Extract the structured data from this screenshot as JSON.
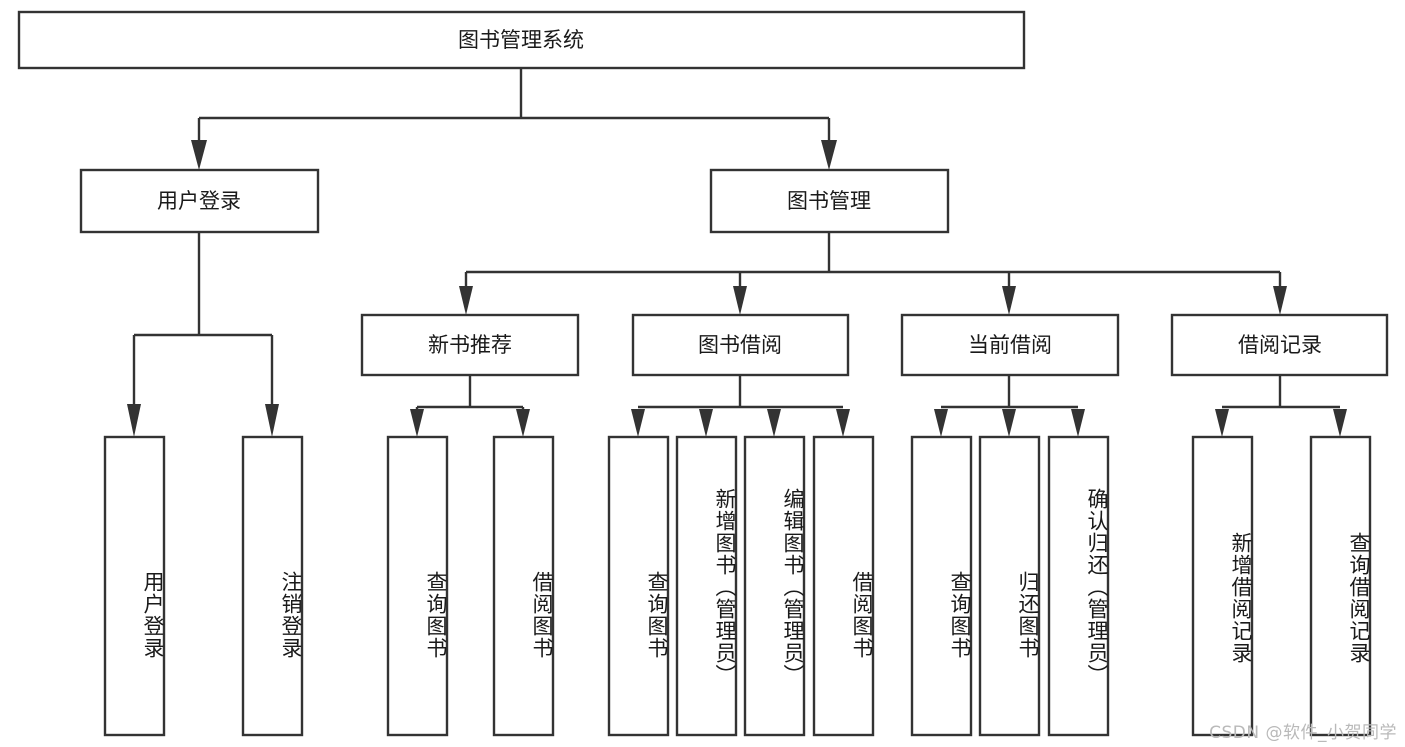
{
  "diagram": {
    "type": "tree-hierarchy-chart",
    "title": "图书管理系统",
    "orientation": "top-down",
    "box_fill": "#ffffff",
    "line_color": "#333333",
    "text_color": "#1a1a1a",
    "watermark": "CSDN @软件_小贺同学",
    "root": {
      "id": "root",
      "label": "图书管理系统"
    },
    "level2": [
      {
        "id": "user-login",
        "label": "用户登录"
      },
      {
        "id": "book-manage",
        "label": "图书管理"
      }
    ],
    "level3": [
      {
        "id": "new-book-recommend",
        "label": "新书推荐",
        "parent": "book-manage"
      },
      {
        "id": "book-borrow",
        "label": "图书借阅",
        "parent": "book-manage"
      },
      {
        "id": "current-borrow",
        "label": "当前借阅",
        "parent": "book-manage"
      },
      {
        "id": "borrow-record",
        "label": "借阅记录",
        "parent": "book-manage"
      }
    ],
    "leaves": [
      {
        "id": "leaf-user-login",
        "label": "用户登录",
        "parent": "user-login"
      },
      {
        "id": "leaf-user-logout",
        "label": "注销登录",
        "parent": "user-login"
      },
      {
        "id": "leaf-query-book-1",
        "label": "查询图书",
        "parent": "new-book-recommend"
      },
      {
        "id": "leaf-borrow-book-1",
        "label": "借阅图书",
        "parent": "new-book-recommend"
      },
      {
        "id": "leaf-query-book-2",
        "label": "查询图书",
        "parent": "book-borrow"
      },
      {
        "id": "leaf-add-book",
        "label": "新增图书（管理员）",
        "parent": "book-borrow"
      },
      {
        "id": "leaf-edit-book",
        "label": "编辑图书（管理员）",
        "parent": "book-borrow"
      },
      {
        "id": "leaf-borrow-book-2",
        "label": "借阅图书",
        "parent": "book-borrow"
      },
      {
        "id": "leaf-query-book-3",
        "label": "查询图书",
        "parent": "current-borrow"
      },
      {
        "id": "leaf-return-book",
        "label": "归还图书",
        "parent": "current-borrow"
      },
      {
        "id": "leaf-confirm-return",
        "label": "确认归还（管理员）",
        "parent": "current-borrow"
      },
      {
        "id": "leaf-add-record",
        "label": "新增借阅记录",
        "parent": "borrow-record"
      },
      {
        "id": "leaf-query-record",
        "label": "查询借阅记录",
        "parent": "borrow-record"
      }
    ]
  }
}
